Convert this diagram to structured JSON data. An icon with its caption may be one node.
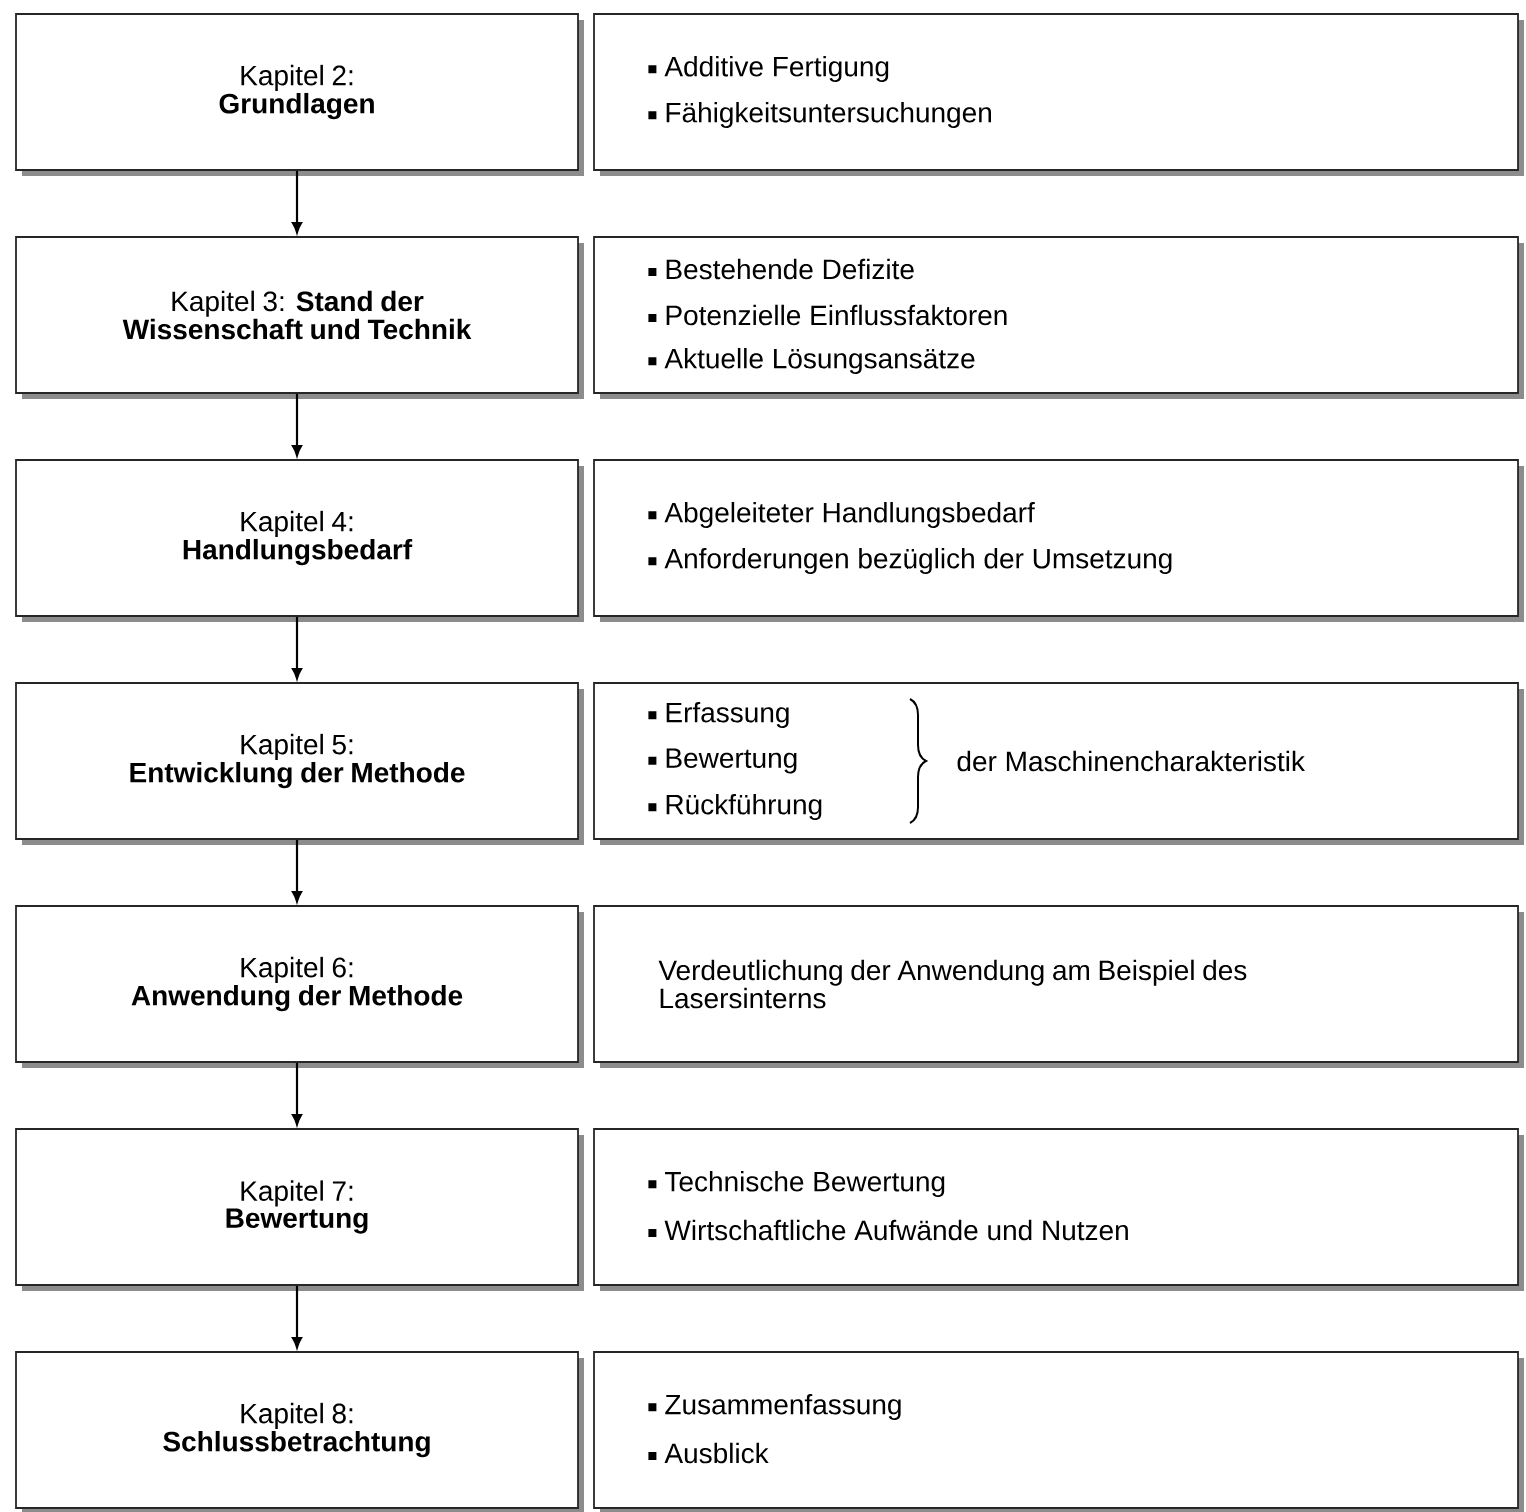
{
  "diagram": {
    "nodes": [
      {
        "text": [
          "Kapitel 2:",
          "Grundlagen"
        ]
      },
      {
        "text": [
          "Additive Fertigung",
          "Fähigkeitsuntersuchungen"
        ]
      },
      {
        "text": [
          "Kapitel 3:",
          "Stand der Wissenschaft und Technik"
        ]
      },
      {
        "text": [
          "Bestehende Defizite",
          "Potenzielle Einflussfaktoren",
          "Aktuelle Lösungsansätze"
        ]
      },
      {
        "text": [
          "Kapitel 4:",
          "Handlungsbedarf"
        ]
      },
      {
        "text": [
          "Abgeleiteter Handlungsbedarf",
          "Anforderungen bezüglich der Umsetzung"
        ]
      },
      {
        "text": [
          "Kapitel 5:",
          "Entwicklung der Methode"
        ]
      },
      {
        "text": [
          "Erfassung",
          "Bewertung",
          "Rückführung",
          "der Maschinencharakteristik"
        ]
      },
      {
        "text": [
          "Kapitel 6:",
          "Anwendung der Methode"
        ]
      },
      {
        "text": [
          "Verdeutlichung der Anwendung am Beispiel des Lasersinterns"
        ]
      },
      {
        "text": [
          "Kapitel 7:",
          "Bewertung"
        ]
      },
      {
        "text": [
          "Technische Bewertung",
          "Wirtschaftliche Aufwände und Nutzen"
        ]
      },
      {
        "text": [
          "Kapitel 8:",
          "Schlussbetrachtung"
        ]
      },
      {
        "text": [
          "Zusammenfassung",
          "Ausblick"
        ]
      }
    ],
    "edges": [
      {
        "from": 0,
        "to": 2,
        "arrow": "to"
      },
      {
        "from": 2,
        "to": 4,
        "arrow": "to"
      },
      {
        "from": 4,
        "to": 6,
        "arrow": "to"
      },
      {
        "from": 6,
        "to": 8,
        "arrow": "to"
      },
      {
        "from": 8,
        "to": 10,
        "arrow": "to"
      },
      {
        "from": 10,
        "to": 12,
        "arrow": "to"
      }
    ]
  }
}
